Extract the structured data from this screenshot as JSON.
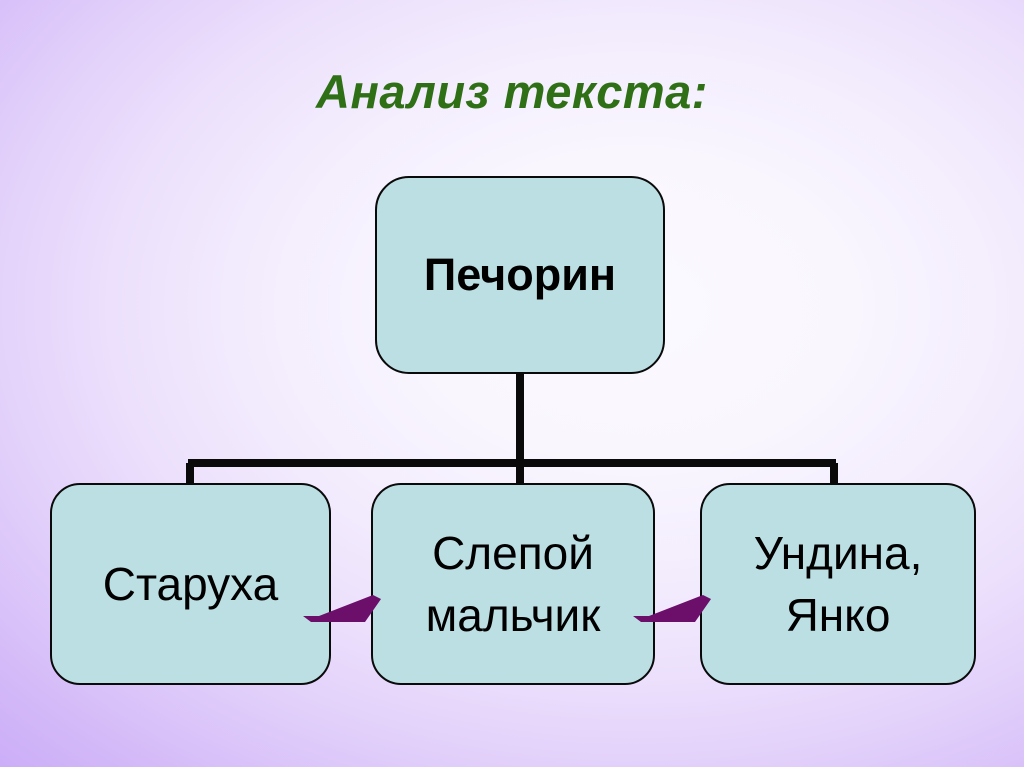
{
  "slide": {
    "title": "Анализ текста:",
    "background": {
      "center_color": "#faf8ff",
      "edge_color": "#b88ff5"
    }
  },
  "diagram": {
    "type": "org-chart",
    "node_fill": "#bcdfe3",
    "node_border": "#0a0a0a",
    "connector_color": "#0a0a0a",
    "arrow_color": "#6b0f6b",
    "root": {
      "id": "pechorin",
      "label": "Печорин"
    },
    "children": [
      {
        "id": "staruha",
        "label": "Старуха"
      },
      {
        "id": "slepoy",
        "label": "Слепой\nмальчик"
      },
      {
        "id": "undina",
        "label": "Ундина,\nЯнко"
      }
    ],
    "links": [
      {
        "id": "link-staruha-slepoy",
        "from": "staruha",
        "to": "slepoy",
        "style": "purple-arrow"
      },
      {
        "id": "link-slepoy-undina",
        "from": "slepoy",
        "to": "undina",
        "style": "purple-arrow"
      }
    ]
  }
}
